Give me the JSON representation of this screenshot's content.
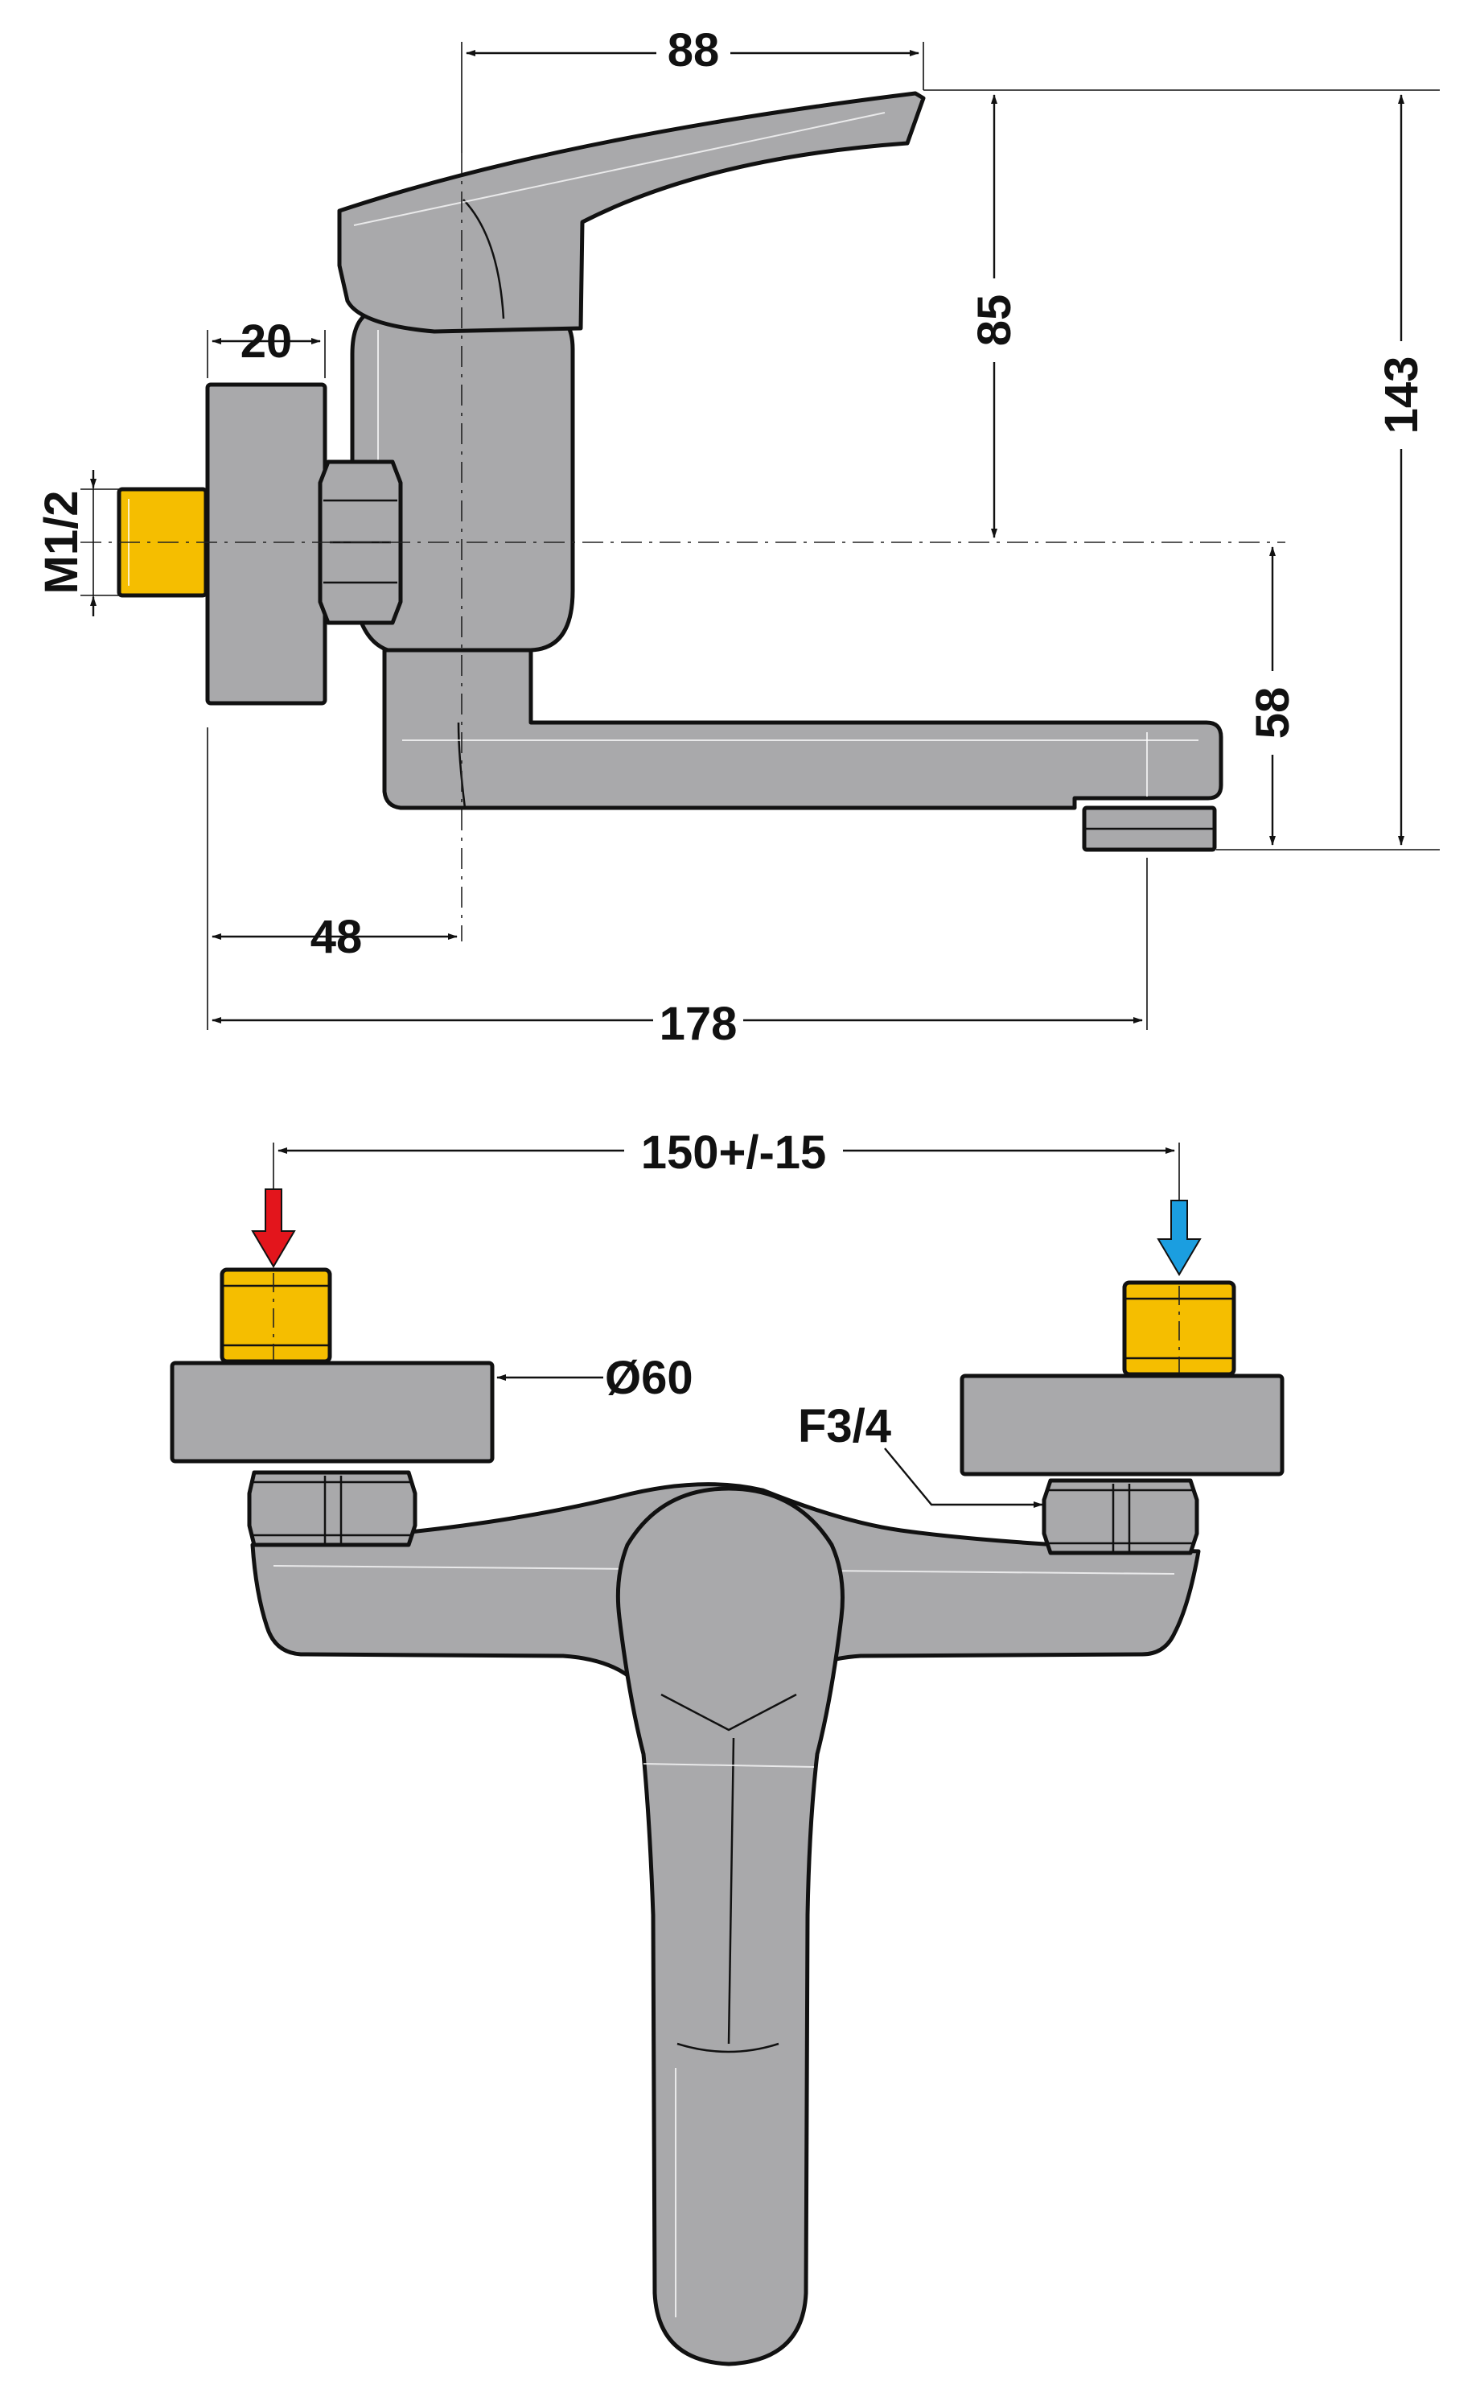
{
  "colors": {
    "body": "#a9a9ab",
    "brass": "#f5be00",
    "hot_arrow": "#e3151c",
    "cold_arrow": "#1b9ee0",
    "line": "#111111",
    "background": "#ffffff"
  },
  "dimensions": {
    "spout_reach_top": "88",
    "eccentric_depth": "20",
    "inlet_thread": "M1/2",
    "handle_height": "85",
    "total_height": "143",
    "spout_height": "58",
    "wall_to_axis": "48",
    "total_reach": "178",
    "center_distance": "150+/-15",
    "rosette_diameter": "Ø60",
    "nut_thread": "F3/4"
  },
  "views": {
    "top": "side elevation",
    "bottom": "front elevation"
  }
}
